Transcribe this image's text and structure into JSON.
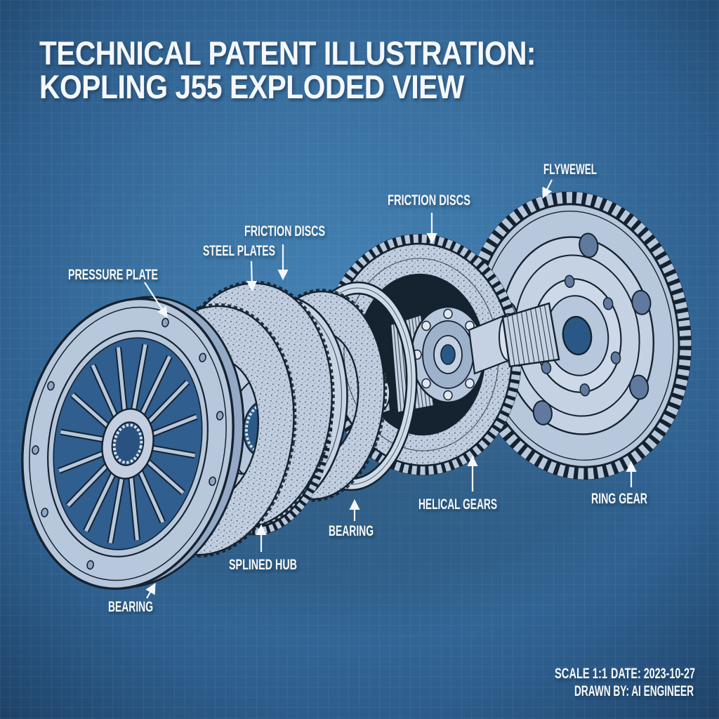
{
  "title": {
    "line1": "TECHNICAL PATENT ILLUSTRATION:",
    "line2": "KOPLING J55 EXPLODED VIEW"
  },
  "labels": {
    "pressure_plate": "PRESSURE PLATE",
    "friction_discs_left": "FRICTION DISCS",
    "steel_plates": "STEEL PLATES",
    "friction_discs_right": "FRICTION DISCS",
    "flywheel": "FLYWEWEL",
    "bearing_left": "BEARING",
    "splined_hub": "SPLINED HUB",
    "bearing_center": "BEARING",
    "helical_gears": "HELICAL GEARS",
    "ring_gear": "RING GEAR"
  },
  "footer": {
    "scale": "SCALE 1:1",
    "date": "DATE: 2023-10-27",
    "drawn_by": "DRAWN BY: AI ENGINEER"
  },
  "colors": {
    "background": "#2f6190",
    "grid_line": "#bedcf0",
    "part_fill": "#b7c7dc",
    "part_shade": "#93a9c6",
    "outline": "#15222f",
    "label_text": "#f4f7fb"
  }
}
